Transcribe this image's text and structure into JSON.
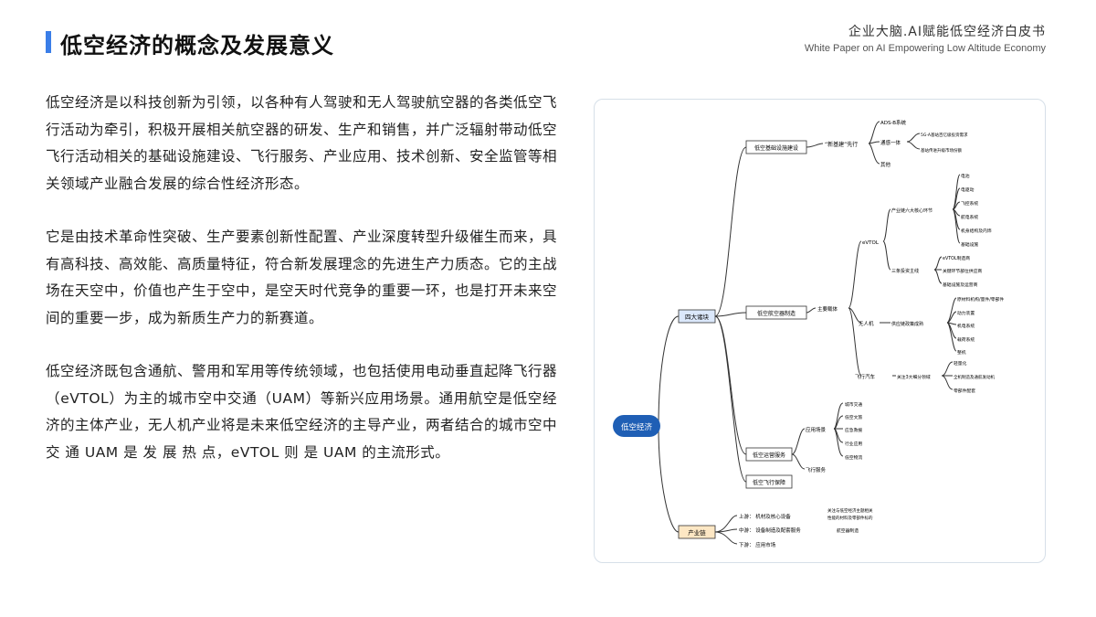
{
  "header": {
    "title": "低空经济的概念及发展意义",
    "brand_cn": "企业大脑.AI赋能低空经济白皮书",
    "brand_en": "White Paper on AI Empowering Low Altitude Economy"
  },
  "paragraphs": [
    "低空经济是以科技创新为引领，以各种有人驾驶和无人驾驶航空器的各类低空飞行活动为牵引，积极开展相关航空器的研发、生产和销售，并广泛辐射带动低空飞行活动相关的基础设施建设、飞行服务、产业应用、技术创新、安全监管等相关领域产业融合发展的综合性经济形态。",
    "它是由技术革命性突破、生产要素创新性配置、产业深度转型升级催生而来，具有高科技、高效能、高质量特征，符合新发展理念的先进生产力质态。它的主战场在天空中，价值也产生于空中，是空天时代竞争的重要一环，也是打开未来空间的重要一步，成为新质生产力的新赛道。",
    "低空经济既包含通航、警用和军用等传统领域，也包括使用电动垂直起降飞行器（eVTOL）为主的城市空中交通（UAM）等新兴应用场景。通用航空是低空经济的主体产业，无人机产业将是未来低空经济的主导产业，两者结合的城市空中 交 通 UAM 是 发 展 热 点，eVTOL 则 是 UAM 的主流形式。"
  ],
  "mindmap": {
    "root": "低空经济",
    "four_elements": "四大诸块",
    "industry_chain": "产业链",
    "infra": "低空基础设施建设",
    "new_infra": "“新基建”先行",
    "ads_b": "ADS-B系统",
    "comm_integration": "通感一体",
    "g5a": "5G-A基站百亿级投资需求",
    "operator_share": "基站传进升级市场份额",
    "other": "其他",
    "aircraft": "低空航空器制造",
    "main_carrier": "主要载体",
    "evtol": "eVTOL",
    "six_links": "产业链六大核心环节",
    "battery": "电池",
    "motor": "电驱动",
    "flight_control": "飞控系统",
    "avionics": "航电系统",
    "airframe": "机身结构及内饰",
    "basic_facilities": "基础设施",
    "three_main_lines": "三条投资主线",
    "evtol_manufacture": "eVTOL制造商",
    "key_parts": "关键环节部位供应商",
    "base_operators": "基础设施及运营商",
    "drone": "无人机",
    "supply_chain_gov": "供应链政策成熟",
    "raw_materials": "原材料机构/量件/零部件",
    "power_unit": "动力装置",
    "avionics_sys": "机电系统",
    "mission_sys": "载荷系统",
    "whole_machine": "整机",
    "flying_car": "飞行汽车",
    "three_directions": "关注3大细分领域",
    "lightweight": "轻量化",
    "chassis": "全机制造及通航发动机",
    "parts_supply": "零部件配套",
    "operations": "低空运营服务",
    "scenarios": "应用场景",
    "urban_traffic": "城市交通",
    "tourism": "低空文旅",
    "emergency": "应急救援",
    "industry_app": "行业应用",
    "logistics": "低空物流",
    "flight_service": "飞行服务",
    "flight_guarantee": "低空飞行保障",
    "upstream": "上游：  机材及核心设备",
    "upstream_note_1": "关注与低空经济主题相关",
    "upstream_note_2": "性能的材料及零部件标的",
    "midstream": "中游：  设备制造及配套服务",
    "midstream_note": "航空器制造",
    "downstream": "下游：  应用市场"
  }
}
